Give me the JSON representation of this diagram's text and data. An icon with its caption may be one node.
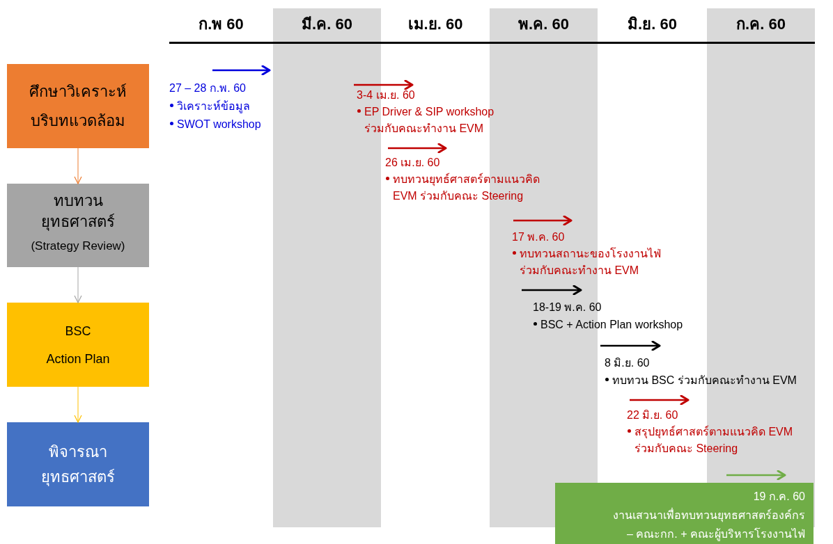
{
  "diagram": {
    "nodes": [
      {
        "text": [
          "ศึกษาวิเคราะห์บริบทแวดล้อม"
        ]
      },
      {
        "text": [
          "ทบทวนยุทธศาสตร์",
          "(Strategy Review)"
        ]
      },
      {
        "text": [
          "BSC Action Plan"
        ]
      },
      {
        "text": [
          "พิจารณายุทธศาสตร์"
        ]
      },
      {
        "text": [
          "19 ก.ค. 60",
          "งานเสวนาเพื่อทบทวนยุทธศาสตร์องค์กร – คณะกก. + คณะผู้บริหารโรงงานไฟ่"
        ]
      }
    ],
    "edges": [
      {
        "from": 0,
        "to": 1,
        "arrow": "to",
        "color": "#ed7d31"
      },
      {
        "from": 1,
        "to": 2,
        "arrow": "to",
        "color": "#a5a5a5"
      },
      {
        "from": 2,
        "to": 3,
        "arrow": "to",
        "color": "#ffc000"
      }
    ],
    "labels": [
      "ก.พ 60",
      "มี.ค. 60",
      "เม.ย. 60",
      "พ.ค. 60",
      "มิ.ย. 60",
      "ก.ค. 60",
      "27 – 28 ก.พ. 60",
      "วิเคราะห์ข้อมูล",
      "SWOT workshop",
      "3-4 เม.ย. 60",
      "EP Driver & SIP workshop ร่วมกับคณะทำงาน EVM",
      "26 เม.ย. 60",
      "ทบทวนยุทธ์ศาสตร์ตามแนวคิด EVM ร่วมกับคณะ Steering",
      "17 พ.ค. 60",
      "ทบทวนสถานะของโรงงานไฟ่ ร่วมกับคณะทำงาน EVM",
      "18-19 พ.ค. 60",
      "BSC + Action Plan workshop",
      "8 มิ.ย. 60",
      "ทบทวน BSC ร่วมกับคณะทำงาน EVM",
      "22 มิ.ย. 60",
      "สรุปยุทธ์ศาสตร์ตามแนวคิด EVM ร่วมกับคณะ Steering"
    ]
  }
}
